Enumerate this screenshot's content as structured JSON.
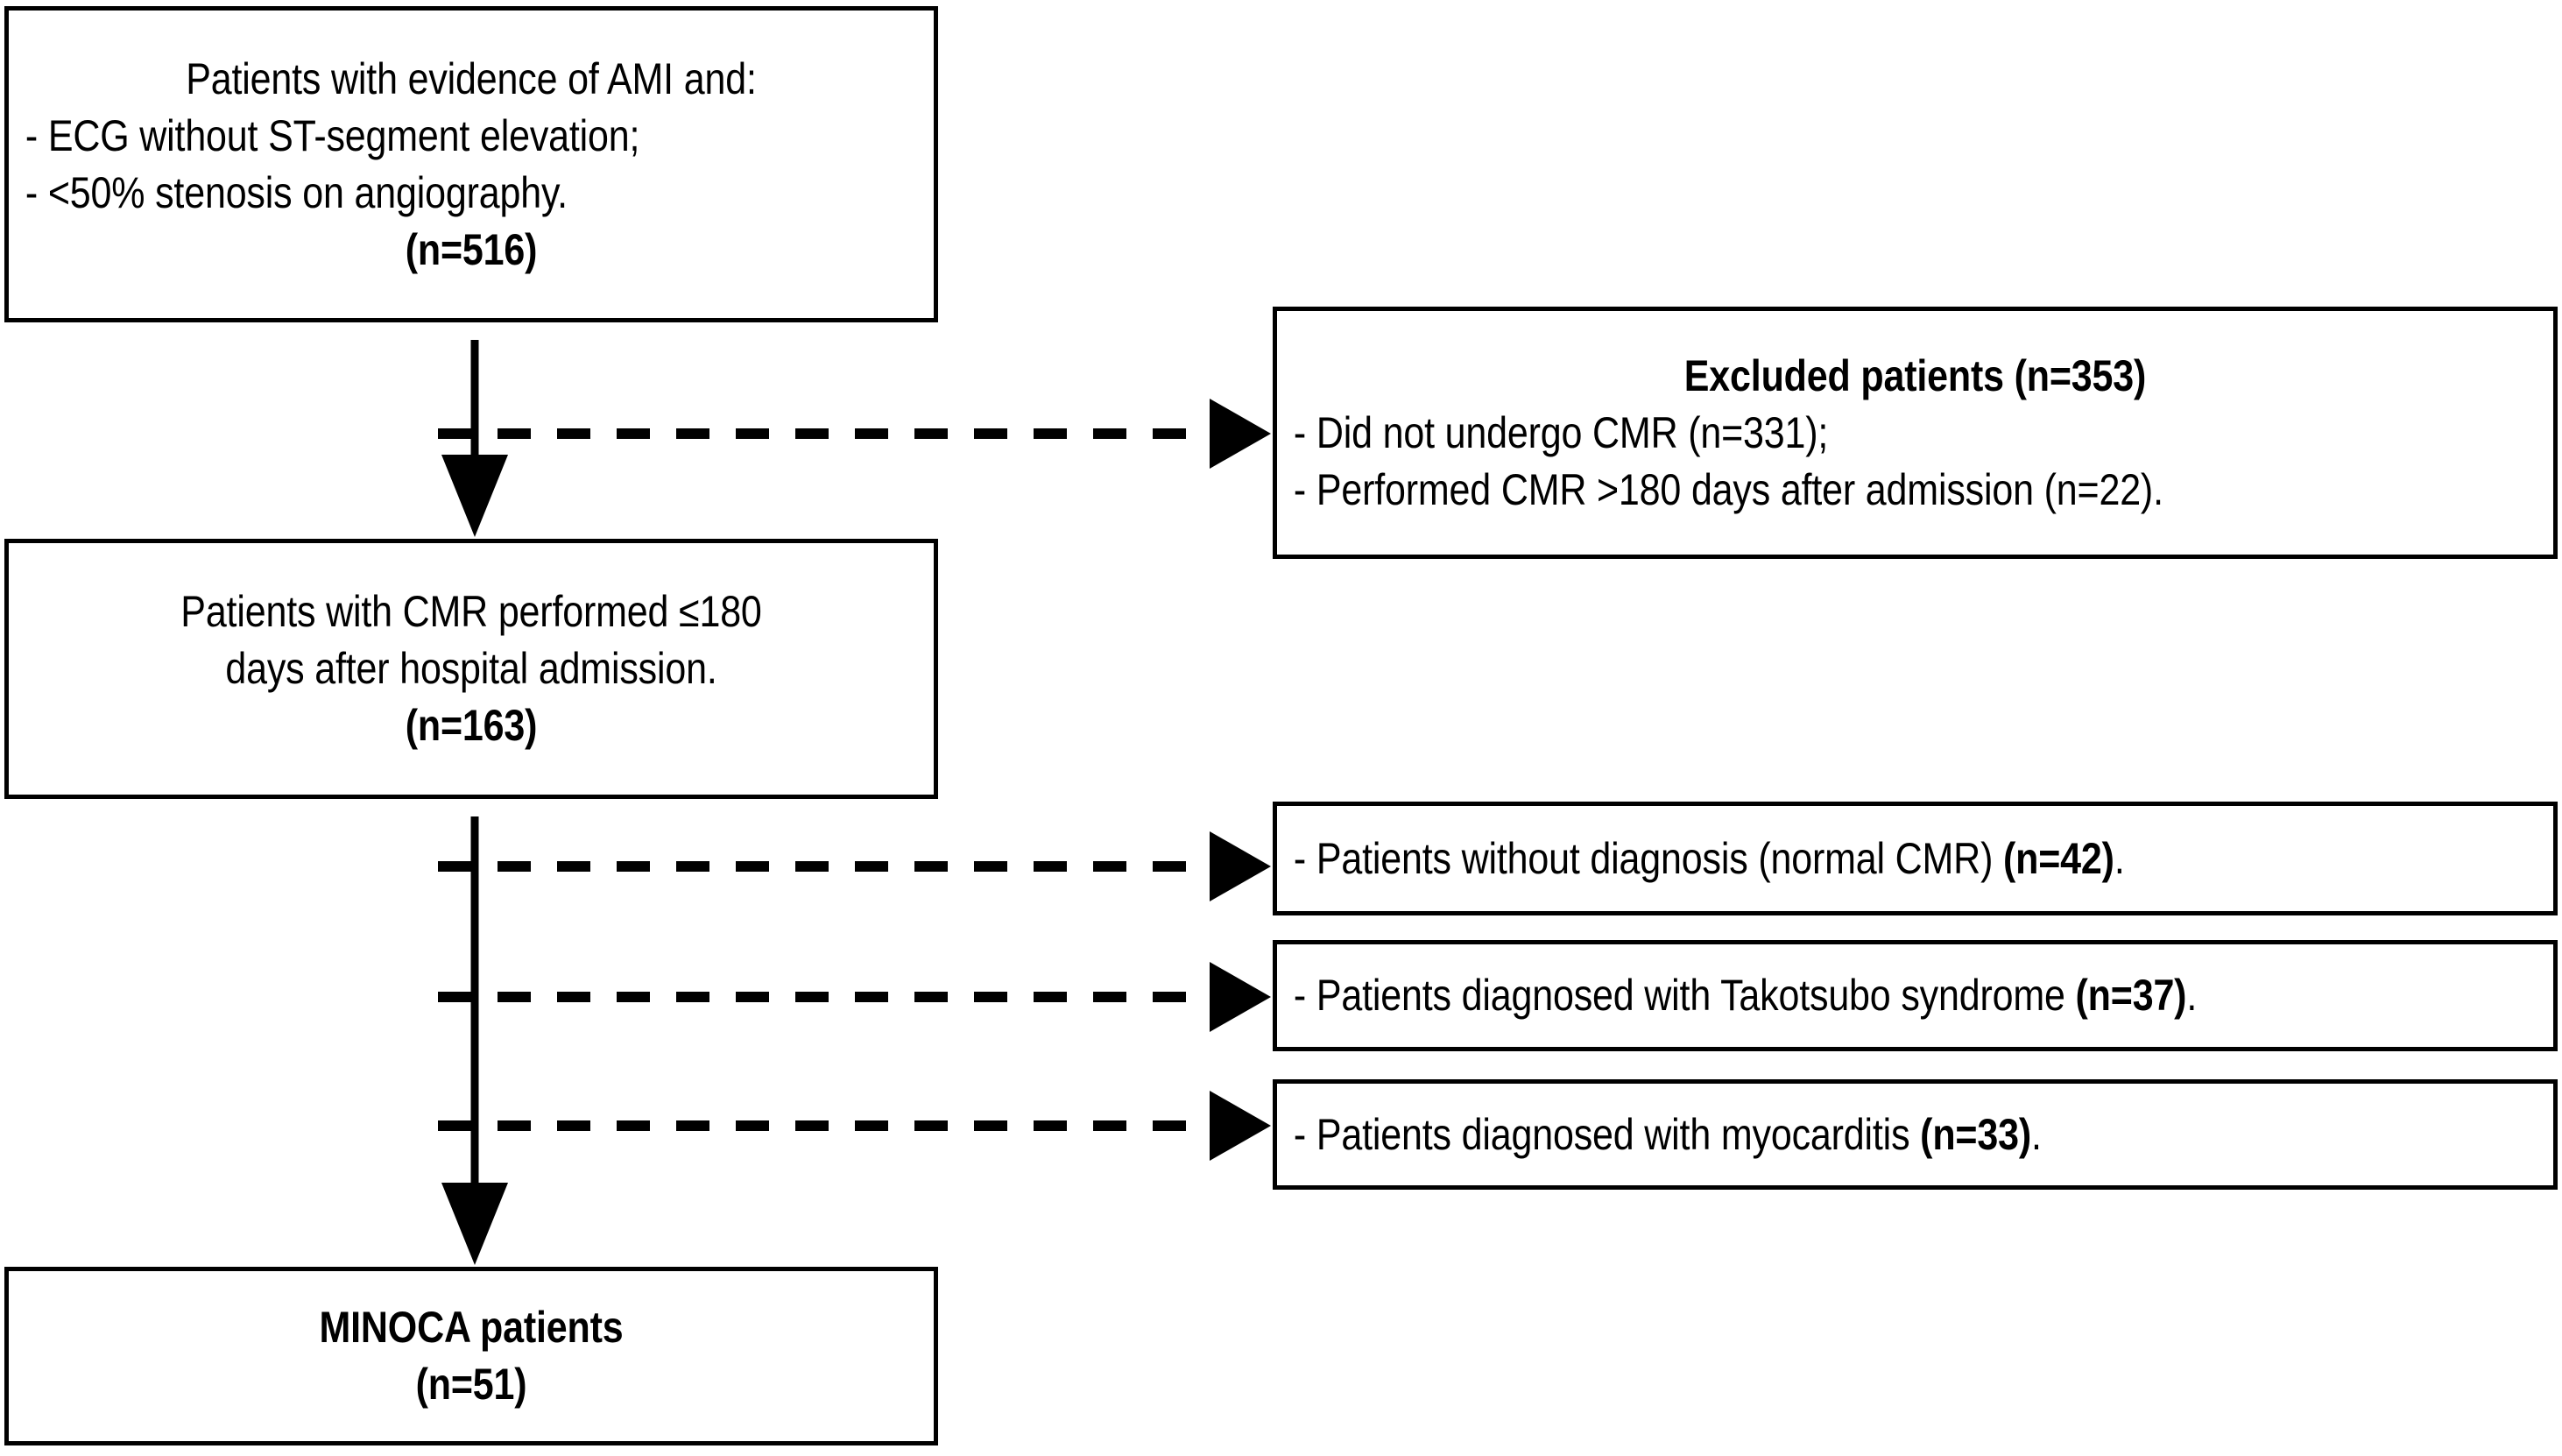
{
  "diagram": {
    "type": "flowchart",
    "title": "MINOCA patient selection flowchart",
    "accent_color": "#000000",
    "background_color": "#ffffff"
  },
  "nodes": {
    "cohort": {
      "name": "initial-cohort-box",
      "lines": [
        "Patients with evidence of AMI and:",
        "- ECG without ST-segment elevation;",
        "- <50% stenosis on angiography."
      ],
      "count": "(n=516)"
    },
    "cmr": {
      "name": "cmr-performed-box",
      "lines": [
        "Patients with CMR performed ≤180",
        "days after hospital admission."
      ],
      "count": "(n=163)"
    },
    "minoca": {
      "name": "minoca-patients-box",
      "label": "MINOCA patients",
      "count": "(n=51)"
    },
    "excluded": {
      "name": "excluded-patients-box",
      "heading": "Excluded patients (n=353)",
      "lines": [
        "- Did not undergo CMR (n=331);",
        "- Performed CMR >180 days after admission (n=22)."
      ]
    },
    "no_diagnosis": {
      "name": "no-diagnosis-box",
      "text": "- Patients without diagnosis (normal CMR) ",
      "count": "(n=42)",
      "suffix": "."
    },
    "takotsubo": {
      "name": "takotsubo-box",
      "text": "- Patients diagnosed with Takotsubo syndrome ",
      "count": "(n=37)",
      "suffix": "."
    },
    "myocarditis": {
      "name": "myocarditis-box",
      "text": "- Patients diagnosed with myocarditis ",
      "count": "(n=33)",
      "suffix": "."
    }
  },
  "edges": {
    "cohort_to_cmr": "solid-down-arrow",
    "cmr_to_minoca": "solid-down-arrow",
    "cohort_to_excluded": "dashed-right-arrow",
    "cmr_to_no_diagnosis": "dashed-right-arrow",
    "cmr_to_takotsubo": "dashed-right-arrow",
    "cmr_to_myocarditis": "dashed-right-arrow"
  }
}
